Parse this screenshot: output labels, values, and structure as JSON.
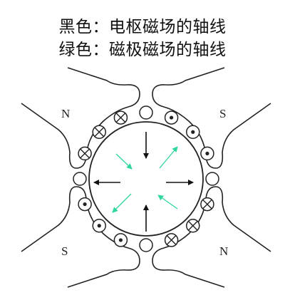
{
  "legend": {
    "line1": "黑色：电枢磁场的轴线",
    "line2": "绿色：磁极磁场的轴线"
  },
  "poles": {
    "top_left": "N",
    "top_right": "S",
    "bottom_left": "S",
    "bottom_right": "N"
  },
  "colors": {
    "armature_axis": "#111111",
    "pole_axis": "#2fd6a0",
    "outline": "#222222"
  },
  "conductors": [
    "empty",
    "dot",
    "dot",
    "dot",
    "empty",
    "cross",
    "cross",
    "cross",
    "empty",
    "dot",
    "dot",
    "dot",
    "empty",
    "cross",
    "cross",
    "cross"
  ]
}
